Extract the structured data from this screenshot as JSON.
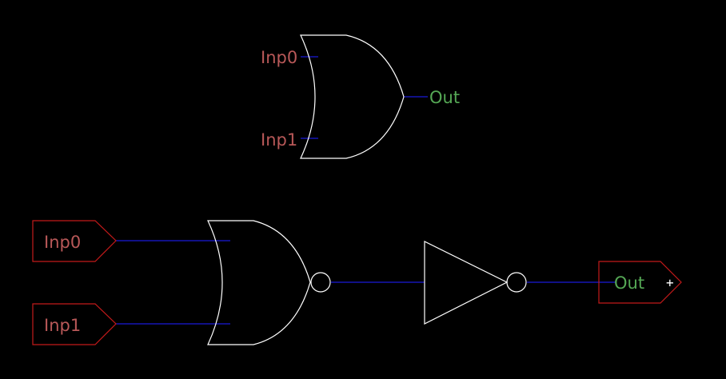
{
  "colors": {
    "background": "#000000",
    "gate_stroke": "#ffffff",
    "wire": "#1a1ad8",
    "input_label": "#b85858",
    "output_label": "#55a855",
    "port_border": "#c41a1a"
  },
  "symbol_preview": {
    "gate": "or-gate",
    "input_labels": [
      "Inp0",
      "Inp1"
    ],
    "output_label": "Out"
  },
  "schematic": {
    "input_ports": [
      {
        "label": "Inp0"
      },
      {
        "label": "Inp1"
      }
    ],
    "gates": [
      "nor-gate",
      "not-gate"
    ],
    "output_port": {
      "label": "Out"
    },
    "cursor": "+"
  }
}
